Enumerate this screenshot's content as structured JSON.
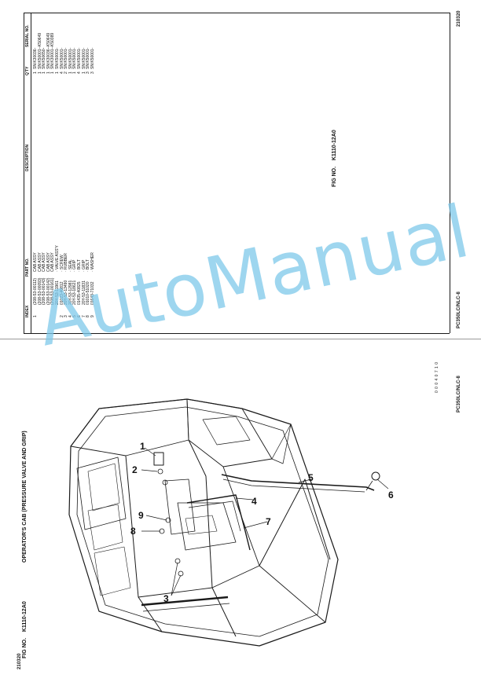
{
  "top_half": {
    "fig_no_label": "FIG NO.",
    "fig_no_value": "K1110-12A0",
    "code": "210320",
    "model": "PC350LC/NLC-8",
    "table": {
      "headers": {
        "index": "INDEX",
        "part_no": "PART NO.",
        "description": "DESCRIPTION",
        "qty": "Q'TY",
        "serial": "SERIAL NO."
      },
      "rows": [
        {
          "index": "1",
          "part_no": "(208-53-00112)",
          "description": "CAB ASSY",
          "qty": "1",
          "serial": "SN:K30036-"
        },
        {
          "index": "",
          "part_no": "(208-53-00093)",
          "description": "CAB ASSY",
          "qty": "1",
          "serial": "SN:K50001--K50649"
        },
        {
          "index": "",
          "part_no": "(208-53-00143)",
          "description": "CAB ASSY",
          "qty": "1",
          "serial": "SN:K50650-"
        },
        {
          "index": "",
          "part_no": "(208-53-00142)",
          "description": "CAB ASSY",
          "qty": "1",
          "serial": "SN:K30036--K50649"
        },
        {
          "index": "",
          "part_no": "(208-53-00161)",
          "description": "CAB ASSY",
          "qty": "1",
          "serial": "SN:K30001--K50389"
        },
        {
          "index": "",
          "part_no": "20Y-53-11961",
          "description": "· VALVE ASS'Y",
          "qty": "1",
          "serial": "SN:K50001-"
        },
        {
          "index": "2",
          "part_no": "01023-40812",
          "description": "· SCREW",
          "qty": "4",
          "serial": "SN:K50001-"
        },
        {
          "index": "3",
          "part_no": "20Y-53-13490",
          "description": "· RUBBER",
          "qty": "2",
          "serial": "SN:K50001-"
        },
        {
          "index": "4",
          "part_no": "20Y-53-12981",
          "description": "· SEAL",
          "qty": "1",
          "serial": "SN:K50001-"
        },
        {
          "index": "5",
          "part_no": "20Y-53-18621",
          "description": "· GRIP",
          "qty": "1",
          "serial": "SN:K50001-"
        },
        {
          "index": "6",
          "part_no": "01435-40825",
          "description": "· BOLT",
          "qty": "4",
          "serial": "SN:K50001-"
        },
        {
          "index": "7",
          "part_no": "20Y-53-11831",
          "description": "· GRIP",
          "qty": "1",
          "serial": "SN:K50001-"
        },
        {
          "index": "8",
          "part_no": "01010-51020",
          "description": "· BOLT",
          "qty": "3",
          "serial": "SN:K50001-"
        },
        {
          "index": "9",
          "part_no": "01643-71032",
          "description": "· WASHER",
          "qty": "3",
          "serial": "SN:K50001-"
        }
      ]
    }
  },
  "bottom_half": {
    "fig_no_label": "FIG NO.",
    "fig_no_value": "K1110-12A0",
    "title": "OPERATOR'S CAB (PRESSURE VALVE AND GRIP)",
    "code": "210320",
    "model": "PC350LC/NLC-8",
    "drawing_number": "0 0 0 4 0 7 1 0",
    "callouts": [
      "1",
      "2",
      "3",
      "4",
      "5",
      "6",
      "7",
      "8",
      "9"
    ]
  },
  "watermark": "AutoManual",
  "colors": {
    "watermark": "#7ec9ea",
    "line": "#1a1a1a"
  }
}
